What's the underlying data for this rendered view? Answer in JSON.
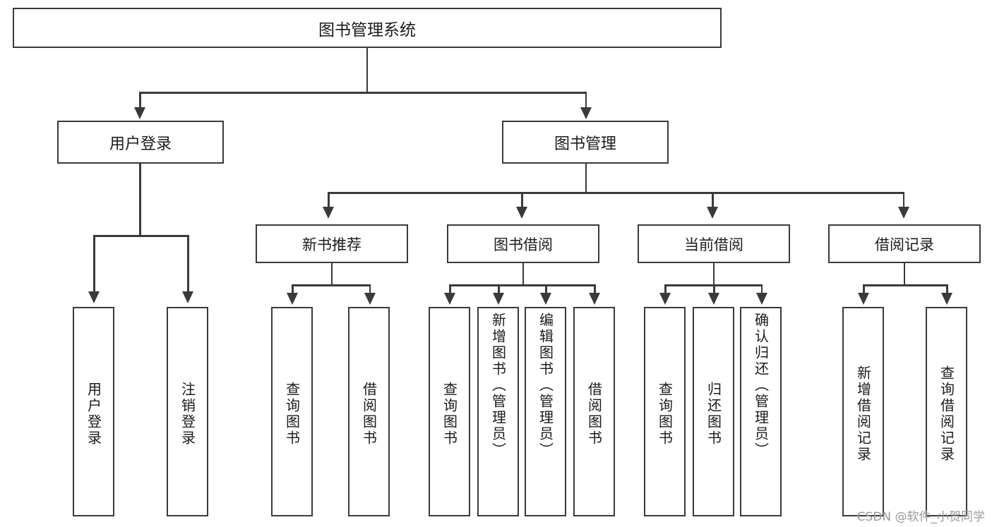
{
  "diagram": {
    "type": "tree",
    "title": "图书管理系统",
    "root": {
      "label": "图书管理系统"
    },
    "level2": [
      {
        "label": "用户登录"
      },
      {
        "label": "图书管理"
      }
    ],
    "level3": [
      {
        "label": "新书推荐"
      },
      {
        "label": "图书借阅"
      },
      {
        "label": "当前借阅"
      },
      {
        "label": "借阅记录"
      }
    ],
    "leaves": {
      "user_login": [
        {
          "label": "用户登录"
        },
        {
          "label": "注销登录"
        }
      ],
      "new_book_recommend": [
        {
          "label": "查询图书"
        },
        {
          "label": "借阅图书"
        }
      ],
      "book_borrow": [
        {
          "label": "查询图书"
        },
        {
          "label": "新增图书（管理员）"
        },
        {
          "label": "编辑图书（管理员）"
        },
        {
          "label": "借阅图书"
        }
      ],
      "current_borrow": [
        {
          "label": "查询图书"
        },
        {
          "label": "归还图书"
        },
        {
          "label": "确认归还（管理员）"
        }
      ],
      "borrow_record": [
        {
          "label": "新增借阅记录"
        },
        {
          "label": "查询借阅记录"
        }
      ]
    }
  },
  "watermark": {
    "text": "CSDN @软件_小贺同学"
  },
  "colors": {
    "stroke": "#3a3a3a",
    "text": "#1b1b1b",
    "background": "#ffffff",
    "watermark": "#9a9a9a"
  }
}
